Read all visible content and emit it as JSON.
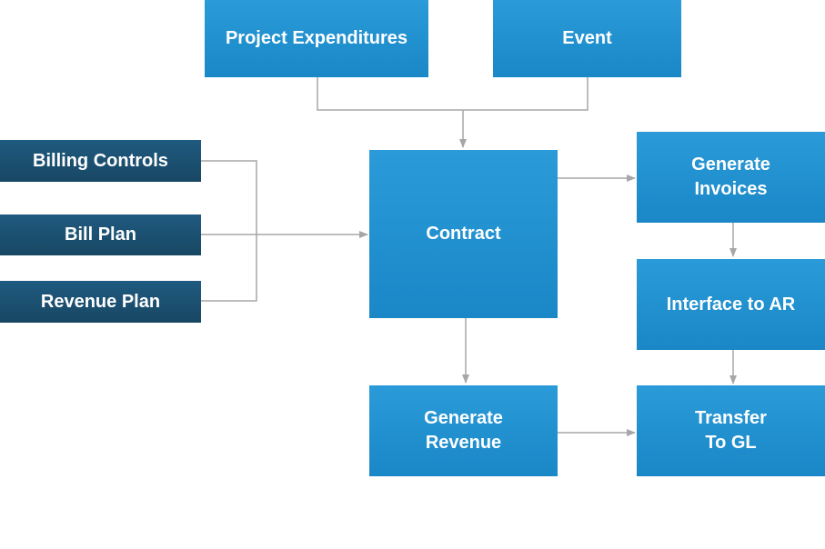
{
  "nodes": {
    "project_expenditures": "Project Expenditures",
    "event": "Event",
    "billing_controls": "Billing Controls",
    "bill_plan": "Bill Plan",
    "revenue_plan": "Revenue Plan",
    "contract": "Contract",
    "generate_invoices": "Generate\nInvoices",
    "interface_to_ar": "Interface to AR",
    "generate_revenue": "Generate\nRevenue",
    "transfer_to_gl": "Transfer\nTo GL"
  },
  "colors": {
    "process_blue": "#1f90d0",
    "input_navy": "#1c4f72",
    "connector_gray": "#a7a7a7",
    "text": "#ffffff"
  }
}
